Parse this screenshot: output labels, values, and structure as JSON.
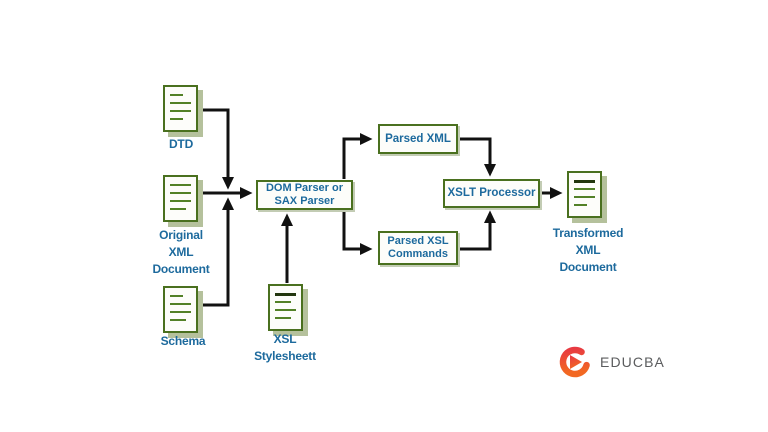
{
  "diagram": {
    "icons": [
      {
        "id": "dtd",
        "label_lines": [
          "DTD"
        ]
      },
      {
        "id": "original-xml",
        "label_lines": [
          "Original",
          "XML",
          "Document"
        ]
      },
      {
        "id": "schema",
        "label_lines": [
          "Schema"
        ]
      },
      {
        "id": "xsl-stylesheet",
        "label_lines": [
          "XSL",
          "Stylesheett"
        ]
      },
      {
        "id": "transformed-xml",
        "label_lines": [
          "Transformed",
          "XML",
          "Document"
        ]
      }
    ],
    "boxes": [
      {
        "id": "dom-sax-parser",
        "lines": [
          "DOM Parser or",
          "SAX Parser"
        ]
      },
      {
        "id": "parsed-xml",
        "lines": [
          "Parsed XML"
        ]
      },
      {
        "id": "parsed-xsl",
        "lines": [
          "Parsed XSL",
          "Commands"
        ]
      },
      {
        "id": "xslt-processor",
        "lines": [
          "XSLT Processor"
        ]
      }
    ],
    "connections": [
      {
        "from": "dtd",
        "to": "dom-sax-parser"
      },
      {
        "from": "original-xml",
        "to": "dom-sax-parser"
      },
      {
        "from": "schema",
        "to": "dom-sax-parser"
      },
      {
        "from": "xsl-stylesheet",
        "to": "dom-sax-parser"
      },
      {
        "from": "dom-sax-parser",
        "to": "parsed-xml"
      },
      {
        "from": "dom-sax-parser",
        "to": "parsed-xsl"
      },
      {
        "from": "parsed-xml",
        "to": "xslt-processor"
      },
      {
        "from": "parsed-xsl",
        "to": "xslt-processor"
      },
      {
        "from": "xslt-processor",
        "to": "transformed-xml"
      }
    ],
    "colors": {
      "box_border_green": "#4a701f",
      "doc_line_green": "#538127",
      "doc_dark_line": "#22360d",
      "label_blue": "#1d6a9d",
      "arrow_black": "#111111",
      "shadow_olive": "#b5c19c"
    }
  },
  "branding": {
    "logo_text": "EDUCBA",
    "logo_red": "#e73744",
    "logo_orange": "#f26822",
    "logo_text_color": "#5b5c5e"
  }
}
